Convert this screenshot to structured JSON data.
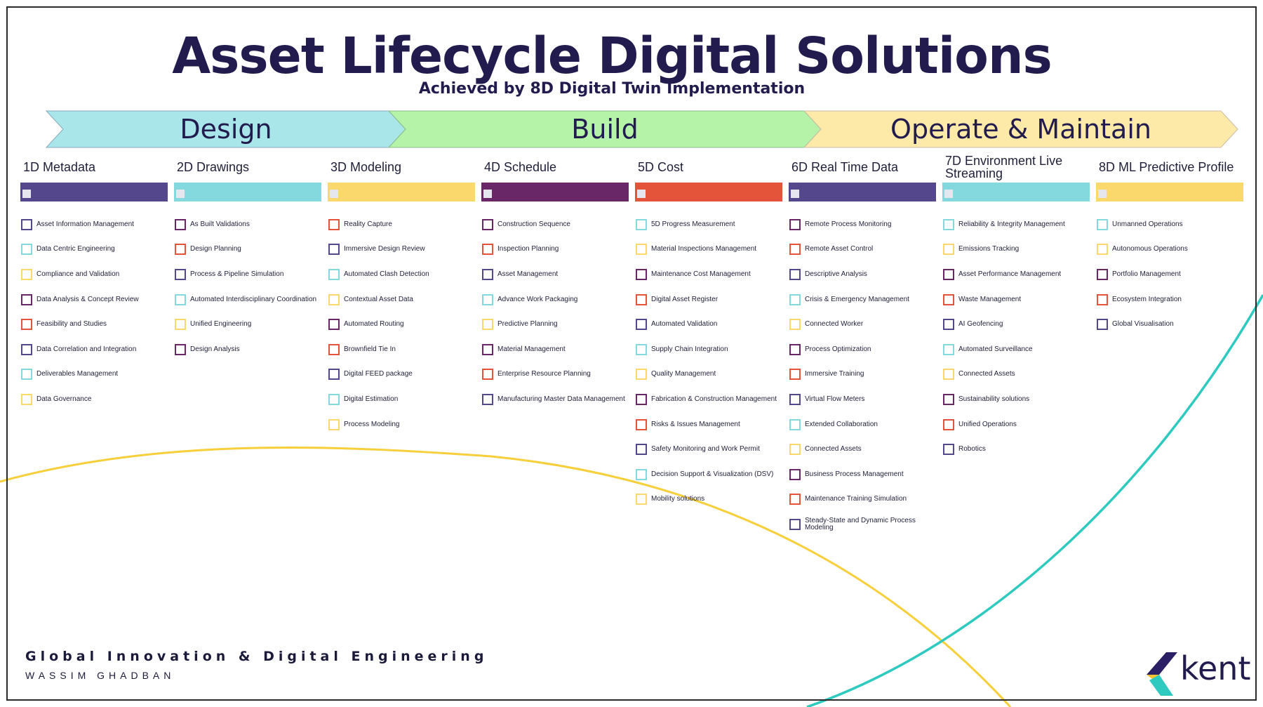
{
  "header": {
    "title": "Asset Lifecycle Digital Solutions",
    "subtitle": "Achieved by 8D Digital Twin Implementation"
  },
  "phases": [
    {
      "label": "Design",
      "color": "#a8e6ea"
    },
    {
      "label": "Build",
      "color": "#b4f3a8"
    },
    {
      "label": "Operate & Maintain",
      "color": "#fde9a8"
    }
  ],
  "columns": [
    {
      "title": "1D Metadata",
      "color": "#54478c",
      "items": [
        {
          "label": "Asset Information Management",
          "color": "#54478c"
        },
        {
          "label": "Data Centric Engineering",
          "color": "#83d9de"
        },
        {
          "label": "Compliance and Validation",
          "color": "#fbd86b"
        },
        {
          "label": "Data Analysis & Concept Review",
          "color": "#6a2768"
        },
        {
          "label": "Feasibility and Studies",
          "color": "#e4543a"
        },
        {
          "label": "Data Correlation and Integration",
          "color": "#54478c"
        },
        {
          "label": "Deliverables Management",
          "color": "#83d9de"
        },
        {
          "label": "Data Governance",
          "color": "#fbd86b"
        }
      ]
    },
    {
      "title": "2D Drawings",
      "color": "#83d9de",
      "items": [
        {
          "label": "As Built Validations",
          "color": "#6a2768"
        },
        {
          "label": "Design Planning",
          "color": "#e4543a"
        },
        {
          "label": "Process & Pipeline Simulation",
          "color": "#54478c"
        },
        {
          "label": "Automated Interdisciplinary Coordination",
          "color": "#83d9de"
        },
        {
          "label": "Unified Engineering",
          "color": "#fbd86b"
        },
        {
          "label": "Design Analysis",
          "color": "#6a2768"
        }
      ]
    },
    {
      "title": "3D Modeling",
      "color": "#fbd86b",
      "items": [
        {
          "label": "Reality Capture",
          "color": "#e4543a"
        },
        {
          "label": "Immersive Design Review",
          "color": "#54478c"
        },
        {
          "label": "Automated Clash Detection",
          "color": "#83d9de"
        },
        {
          "label": "Contextual Asset Data",
          "color": "#fbd86b"
        },
        {
          "label": "Automated Routing",
          "color": "#6a2768"
        },
        {
          "label": "Brownfield Tie In",
          "color": "#e4543a"
        },
        {
          "label": "Digital FEED package",
          "color": "#54478c"
        },
        {
          "label": "Digital Estimation",
          "color": "#83d9de"
        },
        {
          "label": "Process Modeling",
          "color": "#fbd86b"
        }
      ]
    },
    {
      "title": "4D Schedule",
      "color": "#6a2768",
      "items": [
        {
          "label": "Construction Sequence",
          "color": "#6a2768"
        },
        {
          "label": "Inspection Planning",
          "color": "#e4543a"
        },
        {
          "label": "Asset Management",
          "color": "#54478c"
        },
        {
          "label": "Advance Work Packaging",
          "color": "#83d9de"
        },
        {
          "label": "Predictive Planning",
          "color": "#fbd86b"
        },
        {
          "label": "Material Management",
          "color": "#6a2768"
        },
        {
          "label": "Enterprise Resource Planning",
          "color": "#e4543a"
        },
        {
          "label": "Manufacturing Master Data Management",
          "color": "#54478c"
        }
      ]
    },
    {
      "title": "5D Cost",
      "color": "#e4543a",
      "items": [
        {
          "label": "5D Progress Measurement",
          "color": "#83d9de"
        },
        {
          "label": "Material Inspections Management",
          "color": "#fbd86b"
        },
        {
          "label": "Maintenance Cost Management",
          "color": "#6a2768"
        },
        {
          "label": "Digital Asset Register",
          "color": "#e4543a"
        },
        {
          "label": "Automated Validation",
          "color": "#54478c"
        },
        {
          "label": "Supply Chain Integration",
          "color": "#83d9de"
        },
        {
          "label": "Quality Management",
          "color": "#fbd86b"
        },
        {
          "label": "Fabrication & Construction Management",
          "color": "#6a2768"
        },
        {
          "label": "Risks & Issues Management",
          "color": "#e4543a"
        },
        {
          "label": "Safety Monitoring and Work Permit",
          "color": "#54478c"
        },
        {
          "label": "Decision Support & Visualization (DSV)",
          "color": "#83d9de"
        },
        {
          "label": "Mobility solutions",
          "color": "#fbd86b"
        }
      ]
    },
    {
      "title": "6D Real Time Data",
      "color": "#54478c",
      "items": [
        {
          "label": "Remote Process Monitoring",
          "color": "#6a2768"
        },
        {
          "label": "Remote Asset Control",
          "color": "#e4543a"
        },
        {
          "label": "Descriptive Analysis",
          "color": "#54478c"
        },
        {
          "label": "Crisis & Emergency Management",
          "color": "#83d9de"
        },
        {
          "label": "Connected Worker",
          "color": "#fbd86b"
        },
        {
          "label": "Process Optimization",
          "color": "#6a2768"
        },
        {
          "label": "Immersive Training",
          "color": "#e4543a"
        },
        {
          "label": "Virtual Flow Meters",
          "color": "#54478c"
        },
        {
          "label": "Extended Collaboration",
          "color": "#83d9de"
        },
        {
          "label": "Connected Assets",
          "color": "#fbd86b"
        },
        {
          "label": "Business Process Management",
          "color": "#6a2768"
        },
        {
          "label": "Maintenance Training Simulation",
          "color": "#e4543a"
        },
        {
          "label": "Steady-State and Dynamic Process Modeling",
          "color": "#54478c"
        }
      ]
    },
    {
      "title": "7D Environment Live Streaming",
      "color": "#83d9de",
      "items": [
        {
          "label": "Reliability & Integrity Management",
          "color": "#83d9de"
        },
        {
          "label": "Emissions Tracking",
          "color": "#fbd86b"
        },
        {
          "label": "Asset Performance Management",
          "color": "#6a2768"
        },
        {
          "label": "Waste Management",
          "color": "#e4543a"
        },
        {
          "label": "AI Geofencing",
          "color": "#54478c"
        },
        {
          "label": "Automated Surveillance",
          "color": "#83d9de"
        },
        {
          "label": "Connected Assets",
          "color": "#fbd86b"
        },
        {
          "label": "Sustainability solutions",
          "color": "#6a2768"
        },
        {
          "label": "Unified Operations",
          "color": "#e4543a"
        },
        {
          "label": "Robotics",
          "color": "#54478c"
        }
      ]
    },
    {
      "title": "8D ML Predictive Profile",
      "color": "#fbd86b",
      "items": [
        {
          "label": "Unmanned Operations",
          "color": "#83d9de"
        },
        {
          "label": "Autonomous Operations",
          "color": "#fbd86b"
        },
        {
          "label": "Portfolio Management",
          "color": "#6a2768"
        },
        {
          "label": "Ecosystem Integration",
          "color": "#e4543a"
        },
        {
          "label": "Global Visualisation",
          "color": "#54478c"
        }
      ]
    }
  ],
  "footer": {
    "title": "Global Innovation & Digital Engineering",
    "author": "WASSIM GHADBAN"
  },
  "logo": {
    "text": "kent",
    "icon": "kent-logo-icon"
  }
}
